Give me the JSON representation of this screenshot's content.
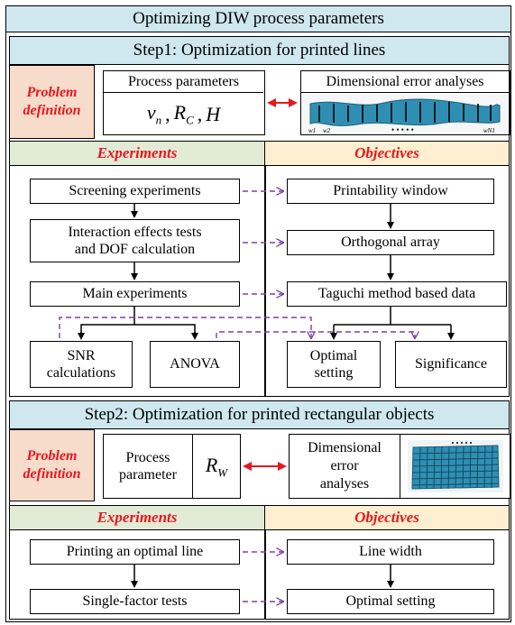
{
  "title": "Optimizing DIW process parameters",
  "colors": {
    "title_bg": "#cfe7ee",
    "problem_bg": "#f7dccb",
    "experiments_bg": "#e2ebd6",
    "objectives_bg": "#fdefcf",
    "accent_red": "#e8171f",
    "dashed_purple": "#7a42a6",
    "pattern_blue": "#2f8fb3"
  },
  "step1": {
    "title": "Step1: Optimization for printed lines",
    "problem_label": "Problem definition",
    "process_params_title": "Process parameters",
    "params": [
      "v",
      "n",
      "R",
      "C",
      "H"
    ],
    "dim_title": "Dimensional error analyses",
    "dots": "• • • • •",
    "w1": "w1",
    "w2": "w2",
    "wn": "wN1",
    "experiments_label": "Experiments",
    "objectives_label": "Objectives",
    "exp": {
      "screening": "Screening experiments",
      "interaction_1": "Interaction effects tests",
      "interaction_2": "and DOF calculation",
      "main": "Main experiments",
      "snr_1": "SNR",
      "snr_2": "calculations",
      "anova": "ANOVA"
    },
    "obj": {
      "window": "Printability window",
      "orthogonal": "Orthogonal array",
      "taguchi": "Taguchi method based data",
      "optimal_1": "Optimal",
      "optimal_2": "setting",
      "significance": "Significance"
    }
  },
  "step2": {
    "title": "Step2: Optimization for printed rectangular objects",
    "problem_label": "Problem definition",
    "param_1": "Process",
    "param_2": "parameter",
    "param_sym": "R",
    "param_sub": "W",
    "dim_1": "Dimensional",
    "dim_2": "error",
    "dim_3": "analyses",
    "experiments_label": "Experiments",
    "objectives_label": "Objectives",
    "exp": {
      "line": "Printing an optimal line",
      "single": "Single-factor tests"
    },
    "obj": {
      "width": "Line width",
      "setting": "Optimal setting"
    }
  }
}
